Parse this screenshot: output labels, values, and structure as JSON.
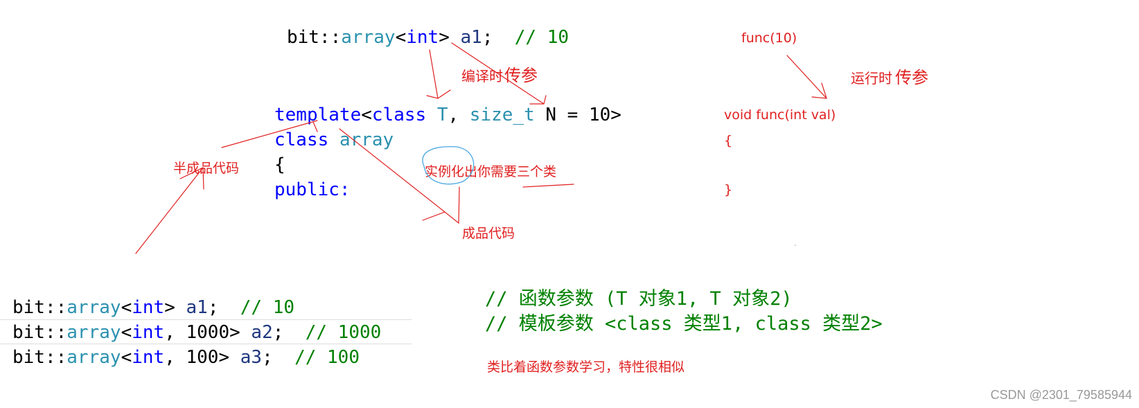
{
  "top_code": {
    "ns": "bit::",
    "cls": "array",
    "lt": "<",
    "kw_int": "int",
    "gt": ">",
    "var": "a1",
    "semi": ";",
    "comment": "// 10"
  },
  "template_block": {
    "line1": {
      "kw_template": "template",
      "lt": "<",
      "kw_class": "class",
      "param_T": "T",
      "comma": ",",
      "ty_size_t": "size_t",
      "param_N": "N = 10",
      "gt": ">"
    },
    "line2": {
      "kw_class": "class",
      "ty_array": "array"
    },
    "line3": "{",
    "line4": "public:"
  },
  "bottom_code": [
    {
      "ns": "bit::",
      "cls": "array",
      "lt": "<",
      "kw_int": "int",
      "extra": "",
      "gt": ">",
      "var": "a1",
      "semi": ";",
      "comment": "// 10"
    },
    {
      "ns": "bit::",
      "cls": "array",
      "lt": "<",
      "kw_int": "int",
      "extra": ", 1000",
      "gt": ">",
      "var": "a2",
      "semi": ";",
      "comment": "// 1000"
    },
    {
      "ns": "bit::",
      "cls": "array",
      "lt": "<",
      "kw_int": "int",
      "extra": ", 100",
      "gt": ">",
      "var": "a3",
      "semi": ";",
      "comment": "// 100"
    }
  ],
  "notes": {
    "compile_time_a": "编译时",
    "compile_time_b": "传参",
    "semi_finished": "半成品代码",
    "instantiate": "实例化出你需要三个类",
    "finished": "成品代码",
    "runtime_a": "运行时",
    "runtime_b": "传参",
    "analogy": "类比着函数参数学习，特性很相似"
  },
  "func_example": {
    "call": "func(10)",
    "signature": "void func(int val)",
    "open_brace": "{",
    "close_brace": "}"
  },
  "comparison": {
    "func_params": "// 函数参数 (T 对象1, T 对象2)",
    "template_params": "// 模板参数 <class 类型1, class 类型2>"
  },
  "watermark": "CSDN @2301_79585944",
  "colors": {
    "keyword": "#0000ff",
    "type": "#2b91af",
    "variable": "#1f377f",
    "comment": "#008000",
    "annotation": "#e02020",
    "circle": "#4aa8e0"
  }
}
